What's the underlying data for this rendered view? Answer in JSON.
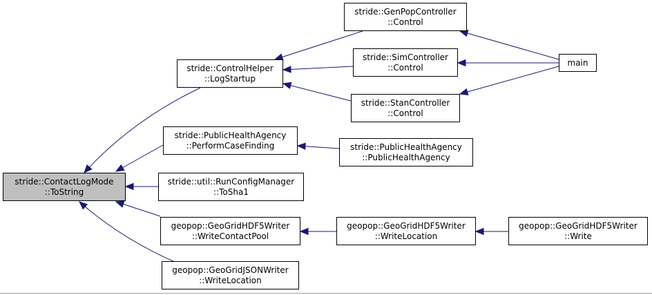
{
  "diagram": {
    "edge_color": "#191970",
    "root_fill": "#bfbfbf",
    "nodes": [
      {
        "id": "tostring",
        "line1": "stride::ContactLogMode",
        "line2": "::ToString"
      },
      {
        "id": "logstartup",
        "line1": "stride::ControlHelper",
        "line2": "::LogStartup"
      },
      {
        "id": "genpop",
        "line1": "stride::GenPopController",
        "line2": "::Control"
      },
      {
        "id": "simctrl",
        "line1": "stride::SimController",
        "line2": "::Control"
      },
      {
        "id": "stanctrl",
        "line1": "stride::StanController",
        "line2": "::Control"
      },
      {
        "id": "main",
        "line1": "main",
        "line2": ""
      },
      {
        "id": "performcase",
        "line1": "stride::PublicHealthAgency",
        "line2": "::PerformCaseFinding"
      },
      {
        "id": "pha",
        "line1": "stride::PublicHealthAgency",
        "line2": "::PublicHealthAgency"
      },
      {
        "id": "tosha1",
        "line1": "stride::util::RunConfigManager",
        "line2": "::ToSha1"
      },
      {
        "id": "writecontactpool",
        "line1": "geopop::GeoGridHDF5Writer",
        "line2": "::WriteContactPool"
      },
      {
        "id": "writelocation-hdf5",
        "line1": "geopop::GeoGridHDF5Writer",
        "line2": "::WriteLocation"
      },
      {
        "id": "write-hdf5",
        "line1": "geopop::GeoGridHDF5Writer",
        "line2": "::Write"
      },
      {
        "id": "writelocation-json",
        "line1": "geopop::GeoGridJSONWriter",
        "line2": "::WriteLocation"
      }
    ],
    "edges": [
      {
        "from": "logstartup",
        "to": "tostring"
      },
      {
        "from": "performcase",
        "to": "tostring"
      },
      {
        "from": "tosha1",
        "to": "tostring"
      },
      {
        "from": "writecontactpool",
        "to": "tostring"
      },
      {
        "from": "writelocation-json",
        "to": "tostring"
      },
      {
        "from": "genpop",
        "to": "logstartup"
      },
      {
        "from": "simctrl",
        "to": "logstartup"
      },
      {
        "from": "stanctrl",
        "to": "logstartup"
      },
      {
        "from": "main",
        "to": "genpop"
      },
      {
        "from": "main",
        "to": "simctrl"
      },
      {
        "from": "main",
        "to": "stanctrl"
      },
      {
        "from": "pha",
        "to": "performcase"
      },
      {
        "from": "writelocation-hdf5",
        "to": "writecontactpool"
      },
      {
        "from": "write-hdf5",
        "to": "writelocation-hdf5"
      }
    ]
  }
}
